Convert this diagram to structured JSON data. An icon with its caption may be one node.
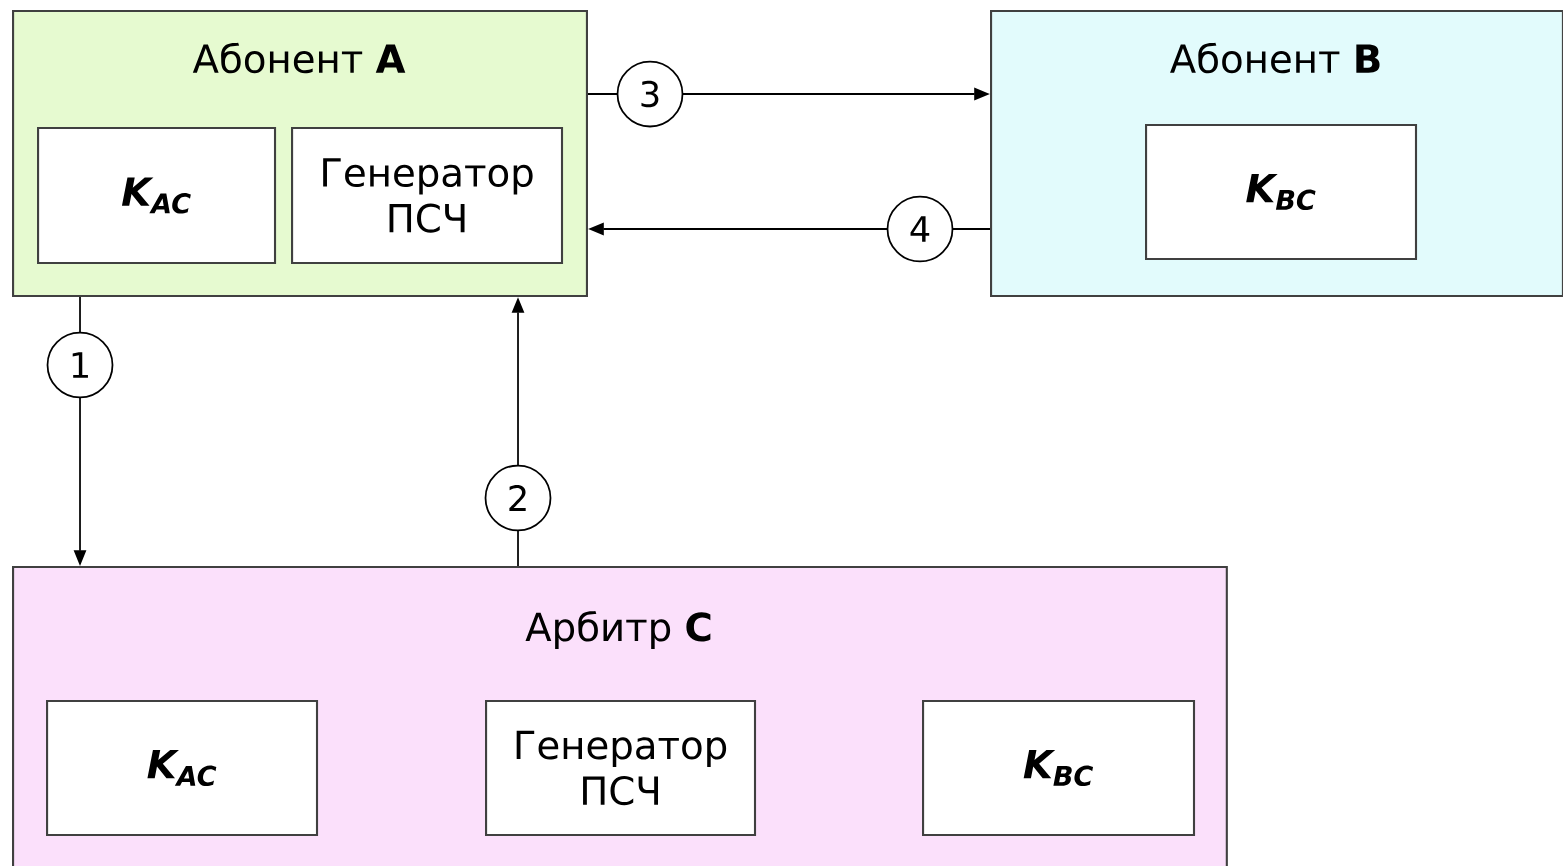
{
  "diagram": {
    "nodes": [
      {
        "text": [
          "Абонент **A**"
        ]
      },
      {
        "text": [
          "K$_{AC}$"
        ],
        "in": 0
      },
      {
        "text": [
          "Генератор ПСЧ"
        ],
        "in": 0
      },
      {
        "text": [
          "Абонент **B**"
        ]
      },
      {
        "text": [
          "K$_{BC}$"
        ],
        "in": 3
      },
      {
        "text": [
          "Арбитр **C**"
        ]
      },
      {
        "text": [
          "K$_{AC}$"
        ],
        "in": 5
      },
      {
        "text": [
          "Генератор ПСЧ"
        ],
        "in": 5
      },
      {
        "text": [
          "K$_{BC}$"
        ],
        "in": 5
      }
    ],
    "edges": [
      {
        "from": 0,
        "to": 5,
        "label": "1",
        "arrow": "to"
      },
      {
        "from": 5,
        "to": 0,
        "label": "2",
        "arrow": "to"
      },
      {
        "from": 0,
        "to": 3,
        "label": "3",
        "arrow": "to"
      },
      {
        "from": 3,
        "to": 0,
        "label": "4",
        "arrow": "to"
      }
    ]
  }
}
